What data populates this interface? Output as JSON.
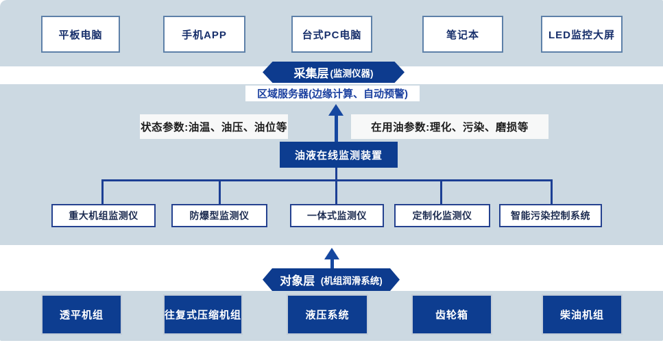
{
  "colors": {
    "band_blue": "#ccd9e2",
    "dark_blue": "#0d3b8e",
    "arrow_blue": "#1547a0",
    "box_border_steel": "#5d80a8",
    "monitor_border_navy": "#24418f",
    "server_text_blue": "#1c41a0"
  },
  "top_row": {
    "items": [
      {
        "label": "平板电脑"
      },
      {
        "label": "手机APP"
      },
      {
        "label": "台式PC电脑"
      },
      {
        "label": "笔记本"
      },
      {
        "label": "LED监控大屏"
      }
    ]
  },
  "collection_layer": {
    "title": "采集层",
    "subtitle": "(监测仪器)"
  },
  "server_box": {
    "label": "区域服务器(边缘计算、自动预警)"
  },
  "params": {
    "left": "状态参数:油温、油压、油位等",
    "right": "在用油参数:理化、污染、磨损等"
  },
  "device_box": {
    "label": "油液在线监测装置"
  },
  "monitors": {
    "items": [
      {
        "label": "重大机组监测仪"
      },
      {
        "label": "防爆型监测仪"
      },
      {
        "label": "一体式监测仪"
      },
      {
        "label": "定制化监测仪"
      },
      {
        "label": "智能污染控制系统"
      }
    ]
  },
  "object_layer": {
    "title": "对象层",
    "subtitle": "(机组润滑系统)"
  },
  "bottom_row": {
    "items": [
      {
        "label": "透平机组"
      },
      {
        "label": "往复式压缩机组"
      },
      {
        "label": "液压系统"
      },
      {
        "label": "齿轮箱"
      },
      {
        "label": "柴油机组"
      }
    ]
  }
}
